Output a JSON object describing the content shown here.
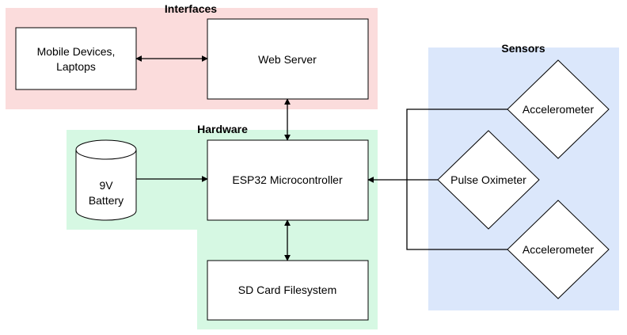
{
  "groups": {
    "interfaces": {
      "title": "Interfaces",
      "color": "#fbdcdc"
    },
    "hardware": {
      "title": "Hardware",
      "color": "#d6f8e3"
    },
    "sensors": {
      "title": "Sensors",
      "color": "#dbe7fb"
    }
  },
  "nodes": {
    "mobile": {
      "line1": "Mobile Devices,",
      "line2": "Laptops"
    },
    "webserver": {
      "label": "Web Server"
    },
    "esp32": {
      "label": "ESP32 Microcontroller"
    },
    "battery": {
      "line1": "9V",
      "line2": "Battery"
    },
    "sdcard": {
      "label": "SD Card Filesystem"
    },
    "accel_top": {
      "label": "Accelerometer"
    },
    "pulse": {
      "label": "Pulse Oximeter"
    },
    "accel_bottom": {
      "label": "Accelerometer"
    }
  },
  "colors": {
    "stroke": "#000000",
    "node_fill": "#ffffff"
  }
}
